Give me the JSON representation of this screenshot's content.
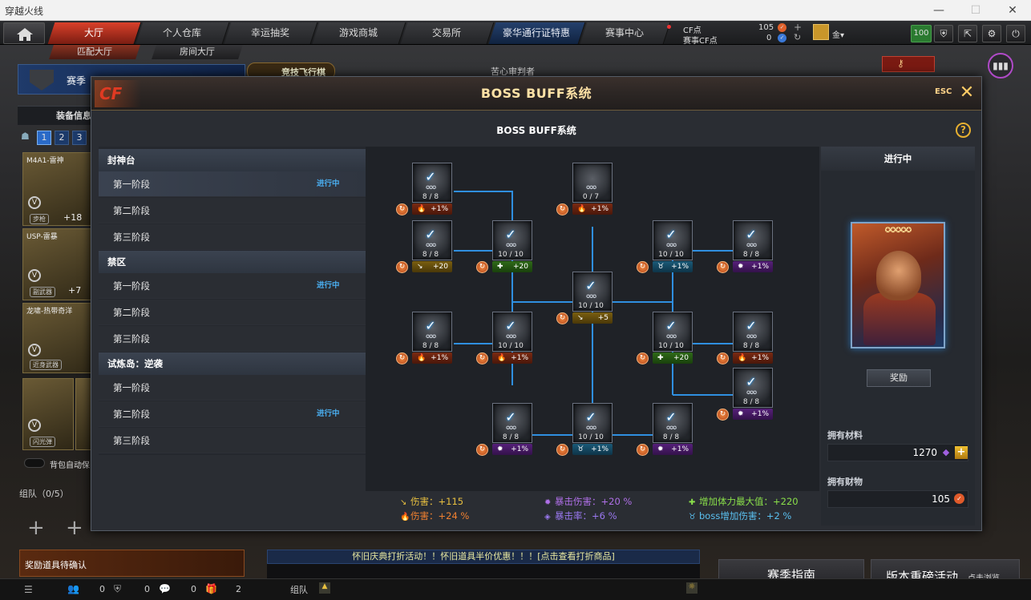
{
  "window": {
    "title": "穿越火线",
    "min": "—",
    "max": "☐",
    "close": "✕"
  },
  "nav": {
    "tabs": [
      "大厅",
      "个人仓库",
      "幸运抽奖",
      "游戏商城",
      "交易所",
      "豪华通行证特惠",
      "赛事中心"
    ],
    "subtabs": [
      "匹配大厅",
      "房间大厅"
    ],
    "cf_label": "CF点",
    "cf_value": "105",
    "cfcoin_label": "赛事CF点",
    "cfcoin_value": "0",
    "level": "100",
    "username": "金▾"
  },
  "background": {
    "season_label": "赛季",
    "equip_label": "装备信息",
    "pages": [
      "1",
      "2",
      "3"
    ],
    "slots": [
      {
        "name": "M4A1-雷神",
        "tag": "步枪",
        "bonus": "+18"
      },
      {
        "name": "USP-雷暴",
        "tag": "副武器",
        "bonus": "+7"
      },
      {
        "name": "龙啸-热带奇洋",
        "tag": "近身武器",
        "bonus": ""
      }
    ],
    "grenade_tag": "闪光弹",
    "auto_pack": "背包自动保",
    "team_label": "组队（0/5）",
    "reward_confirm": "奖励道具待确认",
    "banner": "怀旧庆典打折活动！！怀旧道具半价优惠！！！[点击查看打折商品]",
    "team_chat": "组队",
    "season_guide": "赛季指南",
    "version_event": "版本重磅活动",
    "click_browse": "点击浏览",
    "rank_label": "竞技飞行棋",
    "guard_label": "苦心审判者",
    "bottom_counts": [
      "0",
      "0",
      "0",
      "2"
    ]
  },
  "modal": {
    "title": "BOSS BUFF系统",
    "inner_title": "BOSS BUFF系统",
    "esc": "ESC",
    "close": "✕",
    "help": "?",
    "categories": [
      {
        "name": "封神台",
        "stages": [
          {
            "label": "第一阶段",
            "status": "进行中"
          },
          {
            "label": "第二阶段",
            "status": ""
          },
          {
            "label": "第三阶段",
            "status": ""
          }
        ]
      },
      {
        "name": "禁区",
        "stages": [
          {
            "label": "第一阶段",
            "status": "进行中"
          },
          {
            "label": "第二阶段",
            "status": ""
          },
          {
            "label": "第三阶段",
            "status": ""
          }
        ]
      },
      {
        "name": "试炼岛：逆袭",
        "stages": [
          {
            "label": "第一阶段",
            "status": ""
          },
          {
            "label": "第二阶段",
            "status": "进行中"
          },
          {
            "label": "第三阶段",
            "status": ""
          }
        ]
      }
    ],
    "nodes": [
      {
        "id": "n1",
        "count": "8 / 8",
        "buff": "+1%",
        "type": "fire",
        "checked": true
      },
      {
        "id": "n2",
        "count": "0 / 7",
        "buff": "+1%",
        "type": "fire",
        "checked": false
      },
      {
        "id": "n3",
        "count": "8 / 8",
        "buff": "+20",
        "type": "gold",
        "checked": true
      },
      {
        "id": "n4",
        "count": "10 / 10",
        "buff": "+20",
        "type": "green",
        "checked": true
      },
      {
        "id": "n5",
        "count": "10 / 10",
        "buff": "+1%",
        "type": "blue",
        "checked": true
      },
      {
        "id": "n6",
        "count": "8 / 8",
        "buff": "+1%",
        "type": "purple",
        "checked": true
      },
      {
        "id": "n7",
        "count": "10 / 10",
        "buff": "+5",
        "type": "gold",
        "checked": true
      },
      {
        "id": "n8",
        "count": "8 / 8",
        "buff": "+1%",
        "type": "fire",
        "checked": true
      },
      {
        "id": "n9",
        "count": "10 / 10",
        "buff": "+1%",
        "type": "fire",
        "checked": true
      },
      {
        "id": "n10",
        "count": "10 / 10",
        "buff": "+20",
        "type": "green",
        "checked": true
      },
      {
        "id": "n11",
        "count": "8 / 8",
        "buff": "+1%",
        "type": "fire",
        "checked": true
      },
      {
        "id": "n12",
        "count": "8 / 8",
        "buff": "+1%",
        "type": "purple",
        "checked": true
      },
      {
        "id": "n13",
        "count": "8 / 8",
        "buff": "+1%",
        "type": "purple",
        "checked": true
      },
      {
        "id": "n14",
        "count": "10 / 10",
        "buff": "+1%",
        "type": "blue",
        "checked": true
      },
      {
        "id": "n15",
        "count": "8 / 8",
        "buff": "+1%",
        "type": "purple",
        "checked": true
      }
    ],
    "stats": [
      {
        "label": "伤害：+115",
        "color": "#e8c040",
        "icon": "gold"
      },
      {
        "label": "伤害：+24 %",
        "color": "#f08030",
        "icon": "fire"
      },
      {
        "label": "暴击伤害：+20 %",
        "color": "#b070e8",
        "icon": "purple"
      },
      {
        "label": "暴击率：+6 %",
        "color": "#9a78f0",
        "icon": "purple2"
      },
      {
        "label": "增加体力最大值：+220",
        "color": "#8ae04a",
        "icon": "green"
      },
      {
        "label": "boss增加伤害：+2 %",
        "color": "#5ac0f0",
        "icon": "blue"
      }
    ],
    "right": {
      "status": "进行中",
      "reward_button": "奖励",
      "materials_label": "拥有材料",
      "materials_value": "1270",
      "wealth_label": "拥有财物",
      "wealth_value": "105",
      "boss_stars": "✪✪✪✪✪"
    }
  }
}
